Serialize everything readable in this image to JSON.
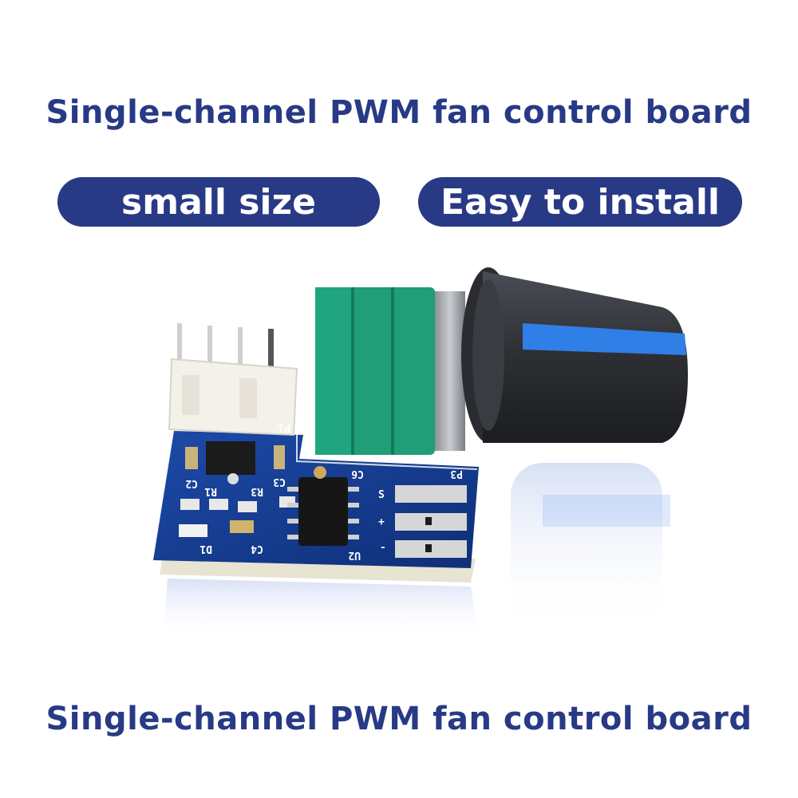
{
  "header": {
    "title": "Single-channel PWM fan control board"
  },
  "badges": {
    "left": "small size",
    "right": "Easy to install"
  },
  "footer": {
    "title": "Single-channel PWM fan control board"
  },
  "board": {
    "silkscreen": [
      "C2",
      "R1",
      "R3",
      "C3",
      "C6",
      "P3",
      "D1",
      "C4",
      "U2",
      "P1",
      "S",
      "+",
      "-"
    ]
  },
  "colors": {
    "brand_blue": "#283a86",
    "pcb_blue": "#13398a",
    "pot_green": "#1f9e78",
    "knob_black": "#2f3136",
    "knob_stripe": "#2f7fe6"
  }
}
